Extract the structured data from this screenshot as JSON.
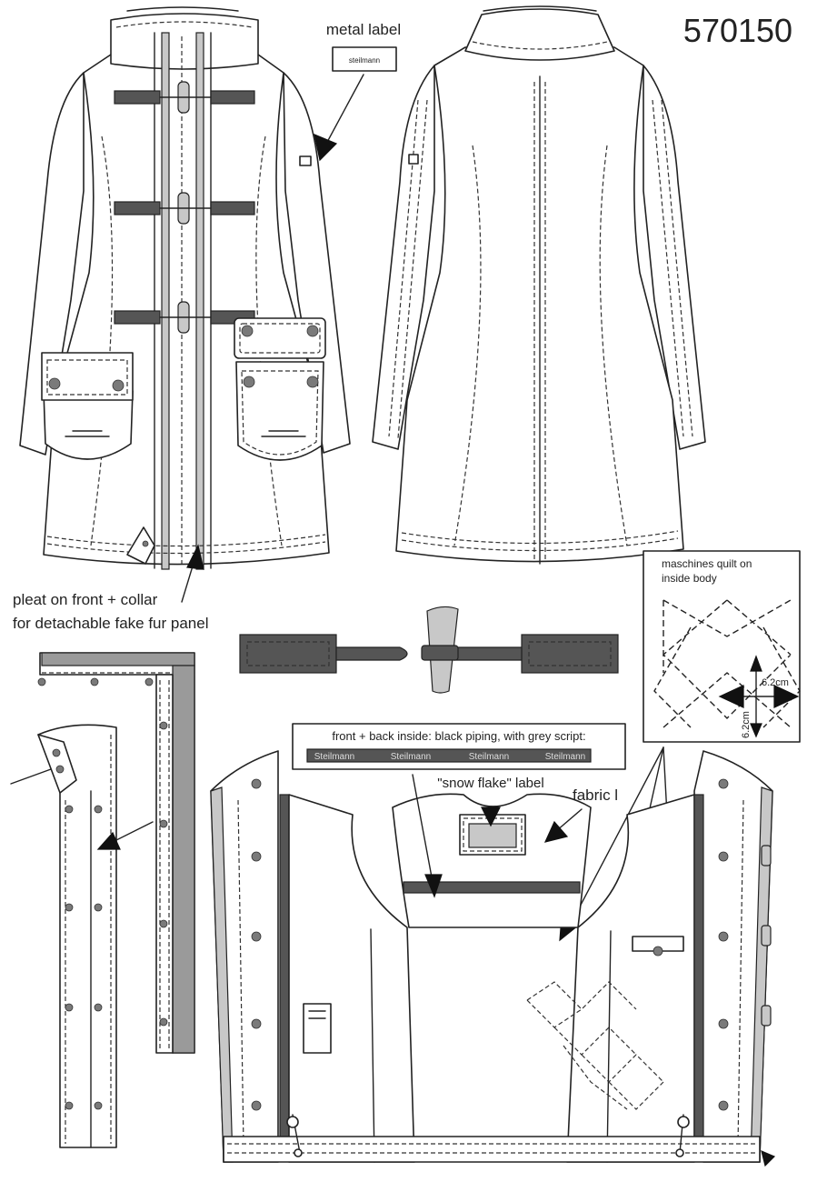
{
  "style_number": "570150",
  "labels": {
    "metal_label": "metal label",
    "metal_label_brand": "steilmann",
    "pleat_line1": "pleat on front + collar",
    "pleat_line2": "for detachable fake fur panel",
    "quilt_line1": "maschines quilt on",
    "quilt_line2": "inside body",
    "quilt_dim_h": "6.2cm",
    "quilt_dim_v": "6.2cm",
    "piping_title": "front + back inside: black piping, with grey script:",
    "piping_script": [
      "Steilmann",
      "Steilmann",
      "Steilmann",
      "Steilmann"
    ],
    "snow_flake_label": "\"snow flake\" label",
    "fabric_label": "fabric l"
  },
  "colors": {
    "outline": "#222222",
    "fill_grey": "#9a9a9a",
    "fill_dark": "#555555",
    "fill_light": "#c8c8c8"
  },
  "icons": [
    "toggle-button-icon",
    "press-stud-icon",
    "arrow-pointer-icon",
    "metal-label-icon",
    "care-label-icon",
    "hanger-loop-icon"
  ]
}
